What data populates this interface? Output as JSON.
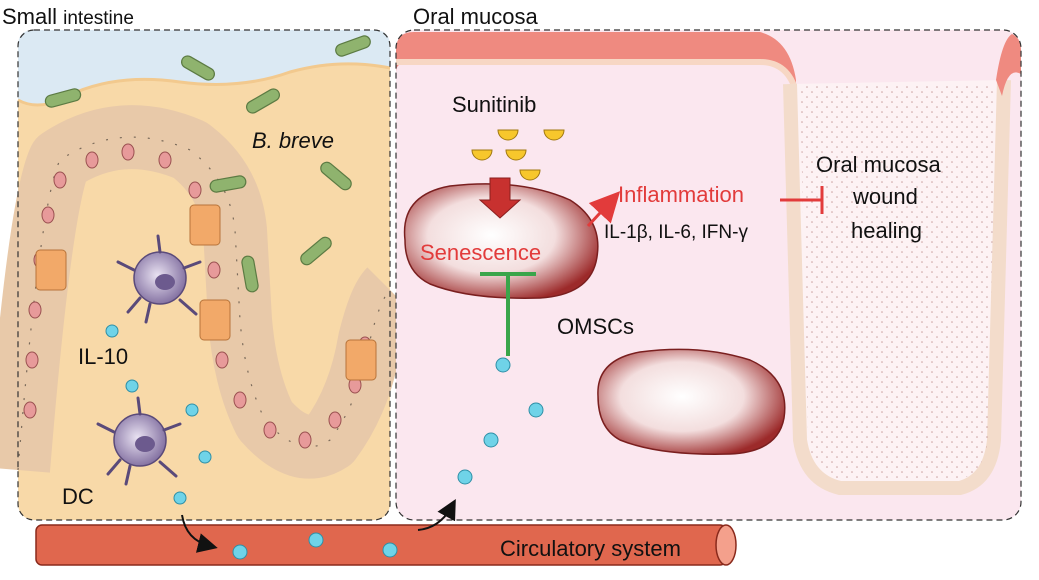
{
  "panels": {
    "small_intestine": {
      "title_main": "Small",
      "title_sub": "intestine"
    },
    "oral_mucosa": {
      "title": "Oral mucosa"
    }
  },
  "labels": {
    "bacteria": "B. breve",
    "cytokine": "IL-10",
    "dc": "DC",
    "drug": "Sunitinib",
    "senescence": "Senescence",
    "inflammation": "Inflammation",
    "cytokines": "IL-1β, IL-6, IFN-γ",
    "cells": "OMSCs",
    "outcome_line1": "Oral mucosa",
    "outcome_line2": "wound",
    "outcome_line3": "healing",
    "vessel": "Circulatory system"
  },
  "colors": {
    "intestine_bg": "#f8d9a8",
    "mucosa_bg": "#fbe7ef",
    "epithelium_top": "#ef8a80",
    "senescence_text": "#e23b3b",
    "inflammation_text": "#e23b3b",
    "inhibit_green": "#3aa54a",
    "inhibit_red": "#e23b3b",
    "vessel": "#e0674e",
    "particle": "#6fd3e8",
    "dc_cell": "#9c8ab8",
    "bacteria": "#8fb36e"
  }
}
